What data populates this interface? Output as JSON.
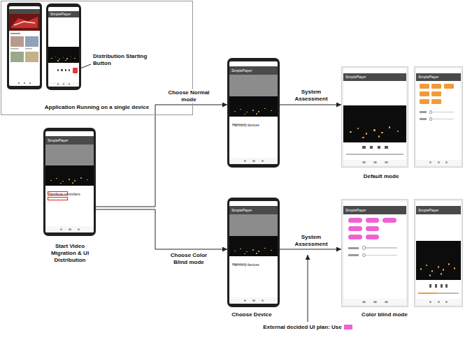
{
  "diagram": {
    "nodes": [
      {
        "text": [
          "Application Running on a single device"
        ]
      },
      {
        "text": [
          "SimplePlayer"
        ],
        "in": 0
      },
      {
        "text": [
          "SimplePlayer",
          "Distribute controllers"
        ]
      },
      {
        "text": [
          "SimplePlayer",
          "Harmony devices"
        ]
      },
      {
        "text": [
          "SimplePlayer",
          "Harmony devices"
        ]
      },
      {
        "text": [
          "SimplePlayer"
        ]
      },
      {
        "text": [
          "SimplePlayer"
        ]
      },
      {
        "text": [
          "SimplePlayer"
        ]
      },
      {
        "text": [
          "SimplePlayer"
        ]
      }
    ],
    "edges": [
      {
        "from": 2,
        "to": 3,
        "label": "Choose Normal mode",
        "arrow": "to"
      },
      {
        "from": 2,
        "to": 4,
        "label": "Choose Color Blind mode",
        "arrow": "to"
      },
      {
        "from": 3,
        "to": 5,
        "label": "System Assessment",
        "arrow": "to"
      },
      {
        "from": 4,
        "to": 7,
        "label": "System Assessment",
        "arrow": "to"
      }
    ],
    "labels": [
      "Distribution Starting Button",
      "Start Video Migration & UI Distribution",
      "Choose Device",
      "Default mode",
      "Color blind mode"
    ],
    "legend": [
      {
        "text": "External decided UI plan: Use",
        "color": "#ee62d2"
      }
    ]
  }
}
